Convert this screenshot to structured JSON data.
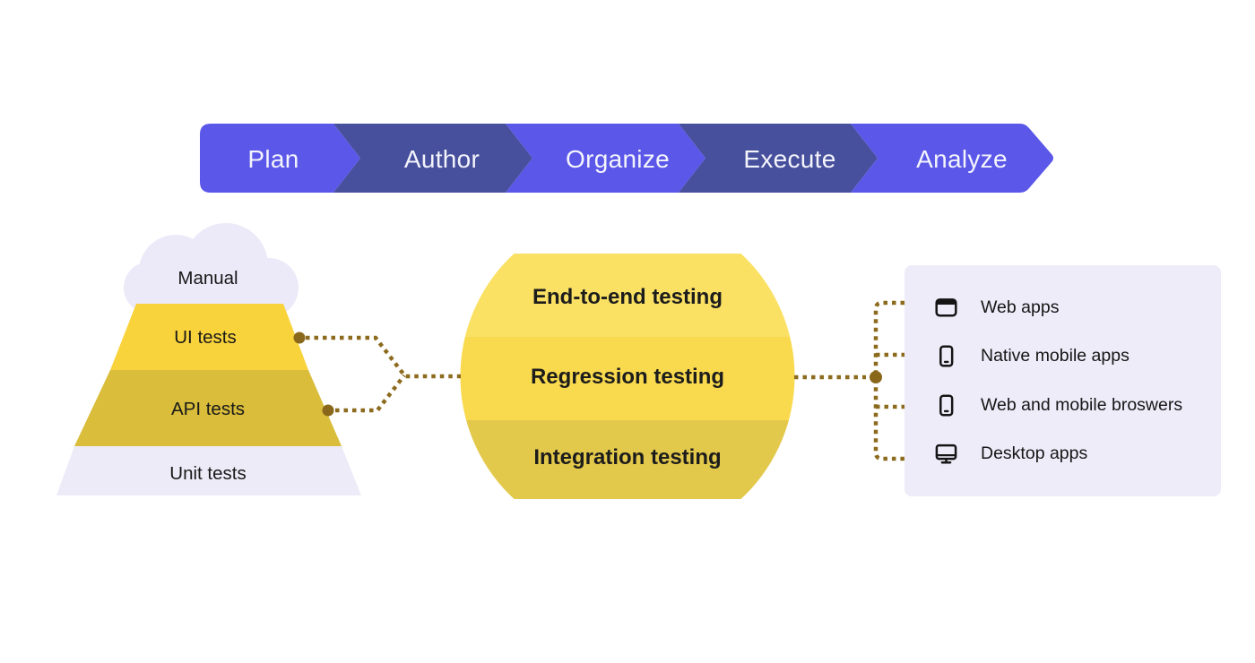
{
  "process": {
    "steps": [
      {
        "label": "Plan"
      },
      {
        "label": "Author"
      },
      {
        "label": "Organize"
      },
      {
        "label": "Execute"
      },
      {
        "label": "Analyze"
      }
    ]
  },
  "pyramid": {
    "cloud_label": "Manual",
    "layers": [
      {
        "label": "UI tests"
      },
      {
        "label": "API tests"
      },
      {
        "label": "Unit tests"
      }
    ]
  },
  "testing_scope": {
    "bands": [
      {
        "label": "End-to-end testing"
      },
      {
        "label": "Regression testing"
      },
      {
        "label": "Integration testing"
      }
    ]
  },
  "platforms": {
    "items": [
      {
        "label": "Web apps",
        "icon": "browser-window-icon"
      },
      {
        "label": "Native mobile apps",
        "icon": "smartphone-icon"
      },
      {
        "label": "Web and mobile broswers",
        "icon": "mobile-browser-icon"
      },
      {
        "label": "Desktop apps",
        "icon": "desktop-monitor-icon"
      }
    ]
  },
  "colors": {
    "chevron_light": "#5a57e9",
    "chevron_dark": "#47509c",
    "chevron_text": "#f4f4fc",
    "pyramid_ui_yellow": "#f9d33c",
    "pyramid_api_mustard": "#d9bd3b",
    "pyramid_unit_lavender": "#edebf8",
    "cloud_lavender": "#eceaf8",
    "sphere_top": "#fae164",
    "sphere_middle": "#f9da4e",
    "sphere_bottom": "#e3c94b",
    "panel_background": "#eeecf9",
    "connector_brown": "#8c6b1e",
    "connector_dot": "#8a681b",
    "text_dark": "#191919"
  }
}
